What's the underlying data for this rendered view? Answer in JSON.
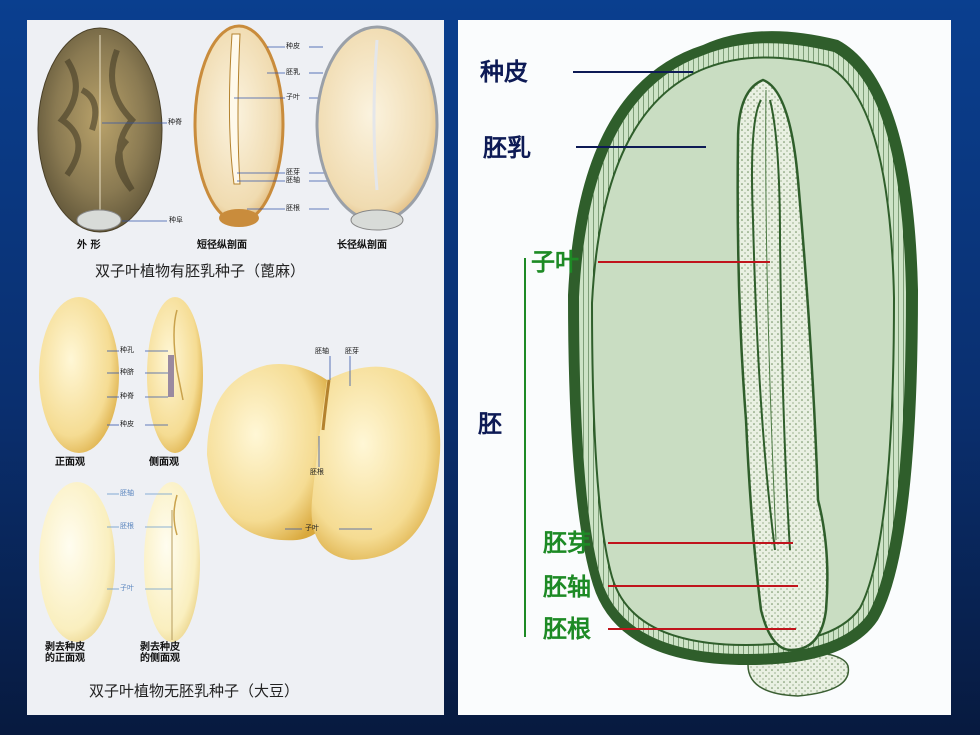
{
  "left": {
    "castor": {
      "labels": {
        "seed_coat": "种皮",
        "endosperm": "胚乳",
        "cotyledon": "子叶",
        "seed_raphe": "种脊",
        "plumule": "胚芽",
        "hypocotyl": "胚轴",
        "radicle": "胚根",
        "caruncle": "种阜"
      },
      "views": {
        "exterior": "外  形",
        "short_section": "短径纵剖面",
        "long_section": "长径纵剖面"
      },
      "caption": "双子叶植物有胚乳种子（蓖麻）"
    },
    "soybean": {
      "labels": {
        "hilum": "种孔",
        "micropyle": "种脐",
        "raphe": "种脊",
        "seed_coat": "种皮",
        "hypocotyl": "胚轴",
        "radicle": "胚根",
        "cotyledon": "子叶",
        "plumule": "胚芽"
      },
      "views": {
        "front": "正面观",
        "side": "侧面观",
        "peeled_front": "剥去种皮\n的正面观",
        "peeled_side": "剥去种皮\n的侧面观"
      },
      "caption": "双子叶植物无胚乳种子（大豆）"
    }
  },
  "right": {
    "labels": {
      "seed_coat": "种皮",
      "endosperm": "胚乳",
      "cotyledon": "子叶",
      "embryo": "胚",
      "plumule": "胚芽",
      "hypocotyl": "胚轴",
      "radicle": "胚根"
    },
    "colors": {
      "navy_text": "#0d1a55",
      "green_text": "#1d8a25",
      "navy_line": "#0d1a55",
      "red_line": "#c0141c",
      "bracket": "#1d8a25"
    }
  }
}
